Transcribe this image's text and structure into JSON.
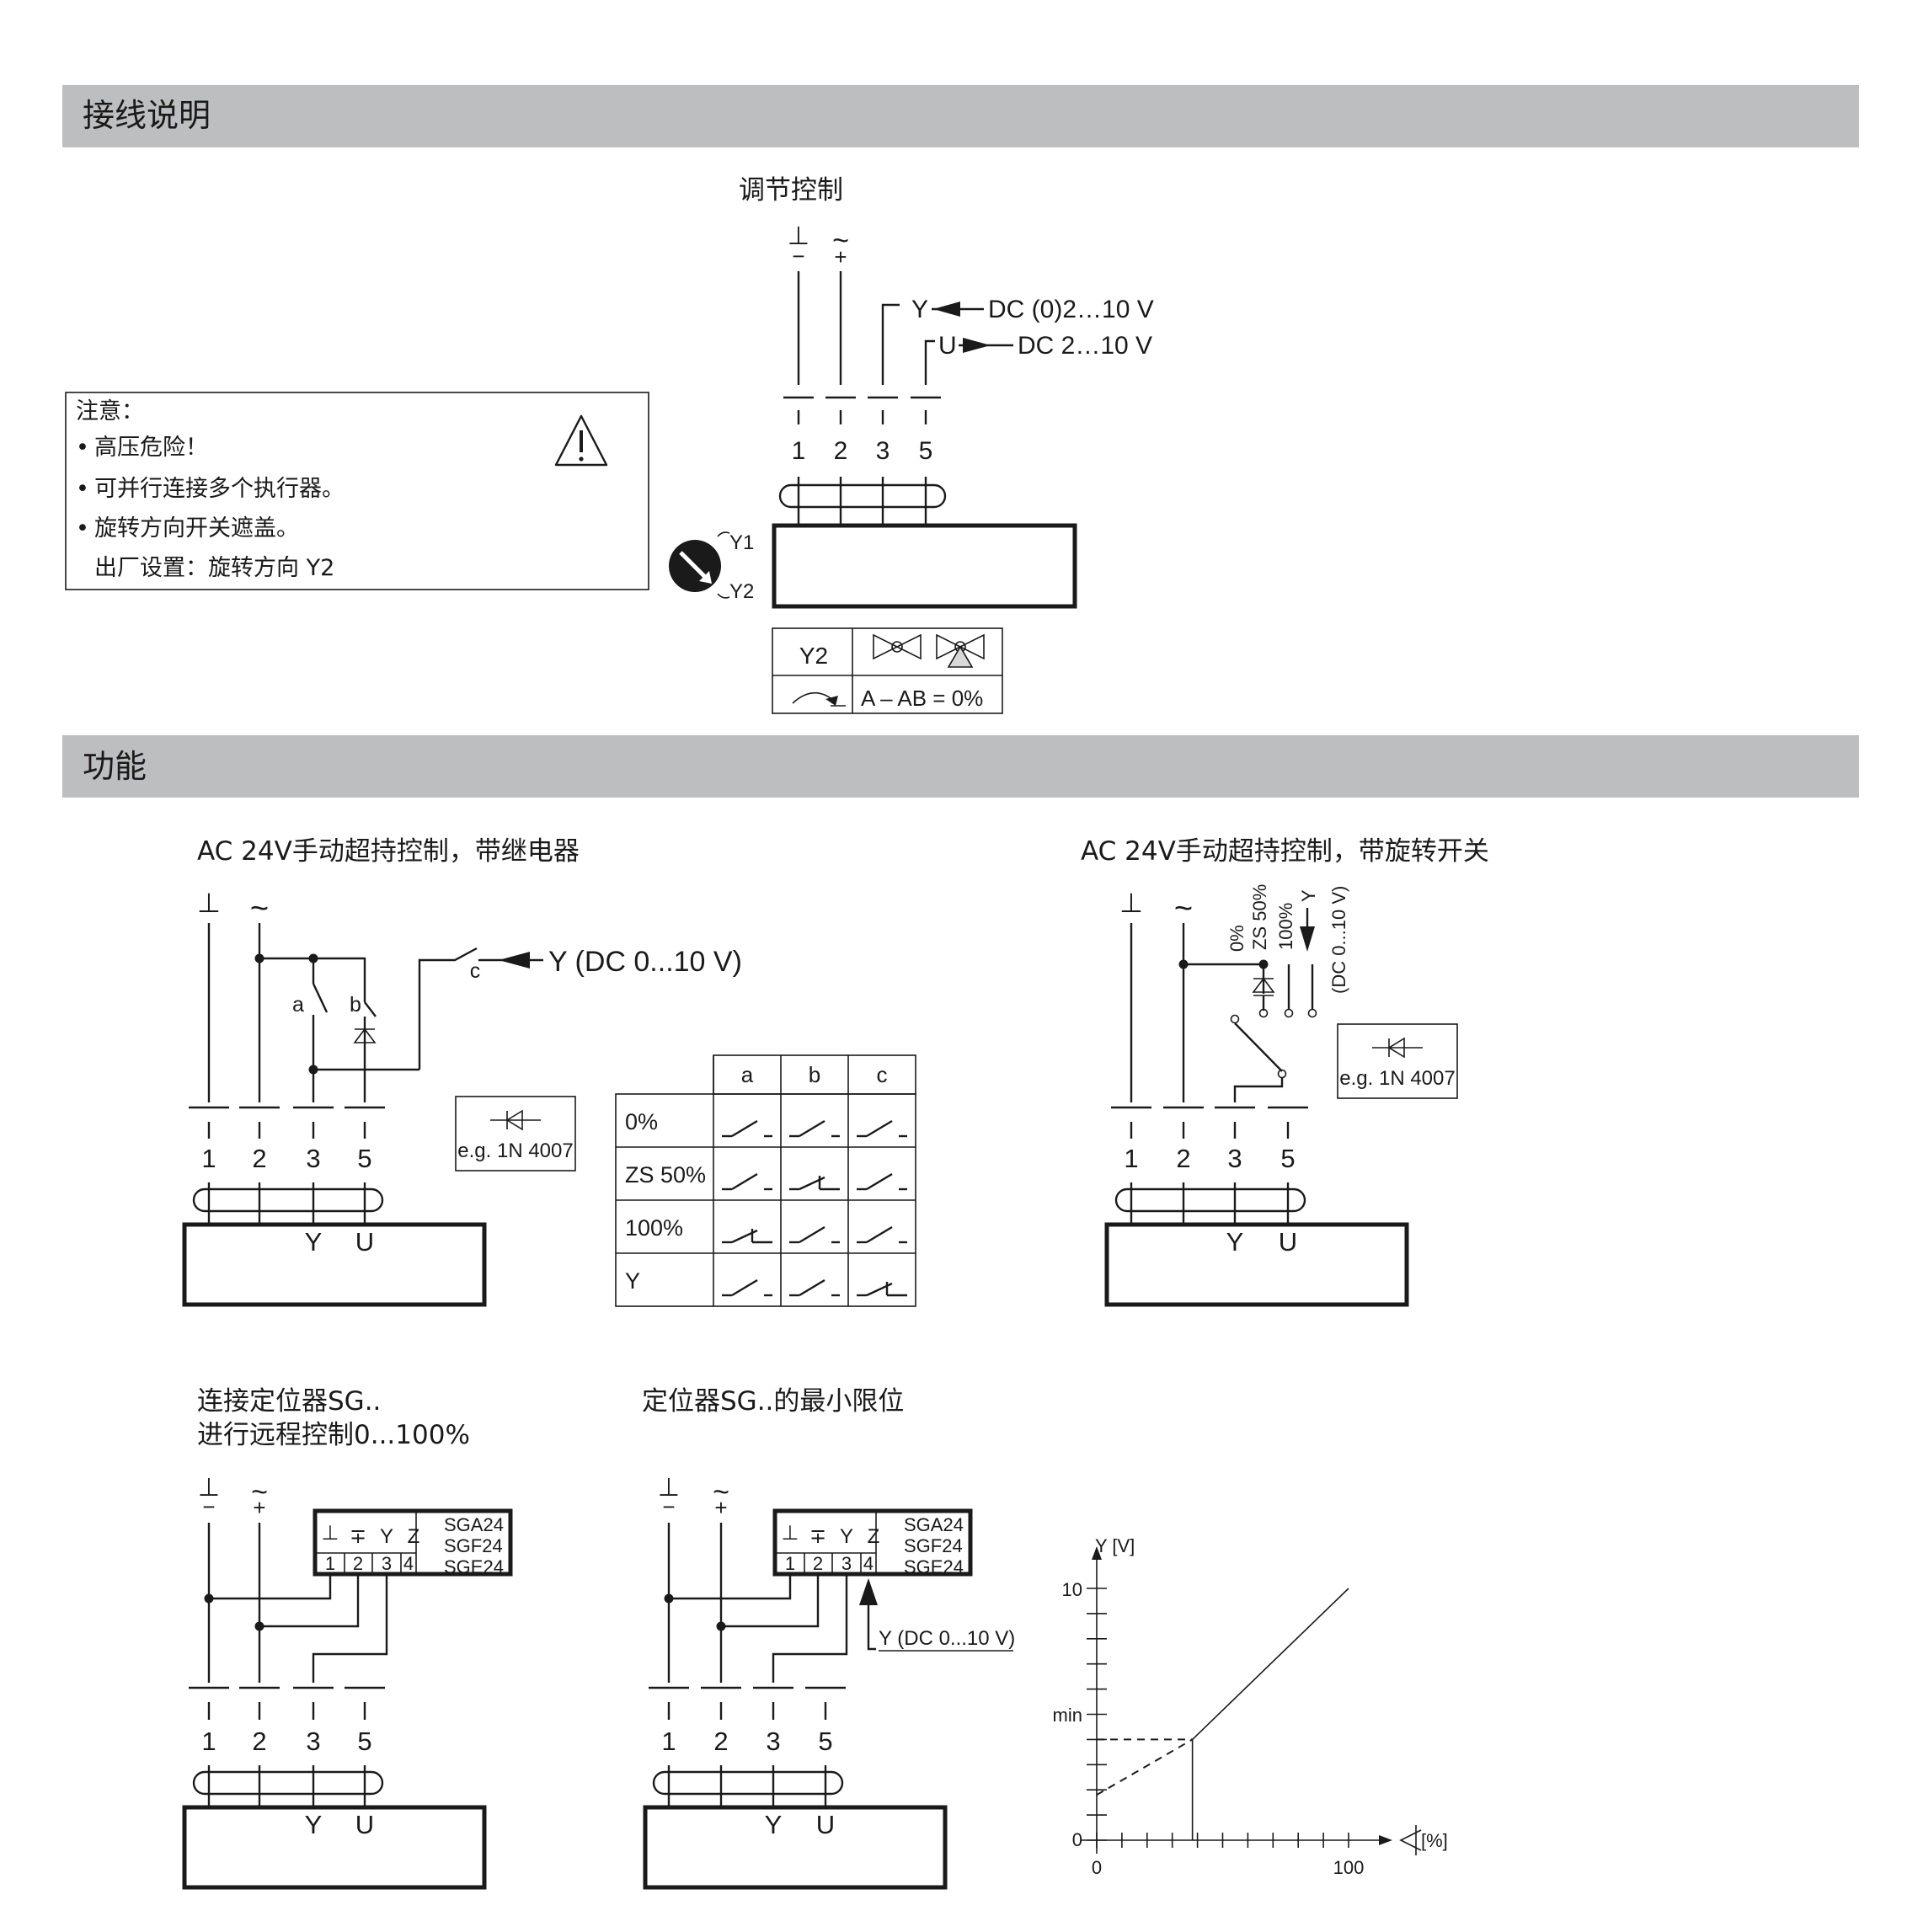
{
  "sections": {
    "wiring_title": "接线说明",
    "function_title": "功能"
  },
  "wiring": {
    "heading": "调节控制",
    "sym_ground": "⊥",
    "sym_minus": "−",
    "sym_tilde": "~",
    "sym_plus": "+",
    "y_input": "Y",
    "y_signal": "DC (0)2…10 V",
    "u_output": "U",
    "u_signal": "DC 2…10 V",
    "terminals": [
      "1",
      "2",
      "3",
      "5"
    ],
    "switch_y1": "Y1",
    "switch_y2": "Y2",
    "table_y2": "Y2",
    "table_result": "A – AB = 0%"
  },
  "note": {
    "title": "注意：",
    "items": [
      "高压危险！",
      "可并行连接多个执行器。",
      "旋转方向开关遮盖。"
    ],
    "extra": "出厂设置：旋转方向 Y2",
    "bullet": "•"
  },
  "relay": {
    "heading": "AC 24V手动超持控制，带继电器",
    "sym_ground": "⊥",
    "sym_tilde": "~",
    "label_a": "a",
    "label_b": "b",
    "label_c": "c",
    "y_signal": "Y (DC 0...10 V)",
    "diode_example": "e.g. 1N 4007",
    "terminals": [
      "1",
      "2",
      "3",
      "5"
    ],
    "box_y": "Y",
    "box_u": "U"
  },
  "relay_table": {
    "columns": [
      "a",
      "b",
      "c"
    ],
    "rows": [
      {
        "label": "0%",
        "states": [
          "open",
          "open",
          "open"
        ]
      },
      {
        "label": "ZS 50%",
        "states": [
          "open",
          "closed",
          "open"
        ]
      },
      {
        "label": "100%",
        "states": [
          "closed",
          "open",
          "open"
        ]
      },
      {
        "label": "Y",
        "states": [
          "open",
          "open",
          "closed"
        ]
      }
    ]
  },
  "rotary": {
    "heading": "AC 24V手动超持控制，带旋转开关",
    "sym_ground": "⊥",
    "sym_tilde": "~",
    "pos_0": "0%",
    "pos_zs": "ZS 50%",
    "pos_100": "100%",
    "pos_y": "Y",
    "y_signal": "(DC 0...10 V)",
    "diode_example": "e.g. 1N 4007",
    "terminals": [
      "1",
      "2",
      "3",
      "5"
    ],
    "box_y": "Y",
    "box_u": "U"
  },
  "sg_remote": {
    "heading_line1": "连接定位器SG..",
    "heading_line2": "进行远程控制0...100%",
    "sym_ground": "⊥",
    "sym_minus": "−",
    "sym_tilde": "~",
    "sym_plus": "+",
    "header": [
      "⊥",
      "∓",
      "Y",
      "Z"
    ],
    "pins": [
      "1",
      "2",
      "3",
      "4"
    ],
    "models": [
      "SGA24",
      "SGF24",
      "SGE24"
    ],
    "terminals": [
      "1",
      "2",
      "3",
      "5"
    ],
    "box_y": "Y",
    "box_u": "U"
  },
  "sg_min": {
    "heading": "定位器SG..的最小限位",
    "sym_ground": "⊥",
    "sym_minus": "−",
    "sym_tilde": "~",
    "sym_plus": "+",
    "header": [
      "⊥",
      "∓",
      "Y",
      "Z"
    ],
    "pins": [
      "1",
      "2",
      "3",
      "4"
    ],
    "models": [
      "SGA24",
      "SGF24",
      "SGE24"
    ],
    "y_signal": "Y (DC 0...10 V)",
    "terminals": [
      "1",
      "2",
      "3",
      "5"
    ],
    "box_y": "Y",
    "box_u": "U"
  },
  "chart_data": {
    "type": "line",
    "ylabel": "Y [V]",
    "xlabel": "[%]",
    "x_ticks": [
      "0",
      "100"
    ],
    "y_ticks": [
      "0",
      "min",
      "10"
    ],
    "xlim": [
      0,
      100
    ],
    "ylim": [
      0,
      10
    ],
    "series": [
      {
        "style": "solid",
        "x": [
          38,
          100
        ],
        "y": [
          4,
          10
        ]
      },
      {
        "style": "dashed",
        "x": [
          0,
          38
        ],
        "y": [
          1.8,
          4
        ]
      }
    ],
    "min_marker": {
      "x": 38,
      "y": 4
    }
  }
}
